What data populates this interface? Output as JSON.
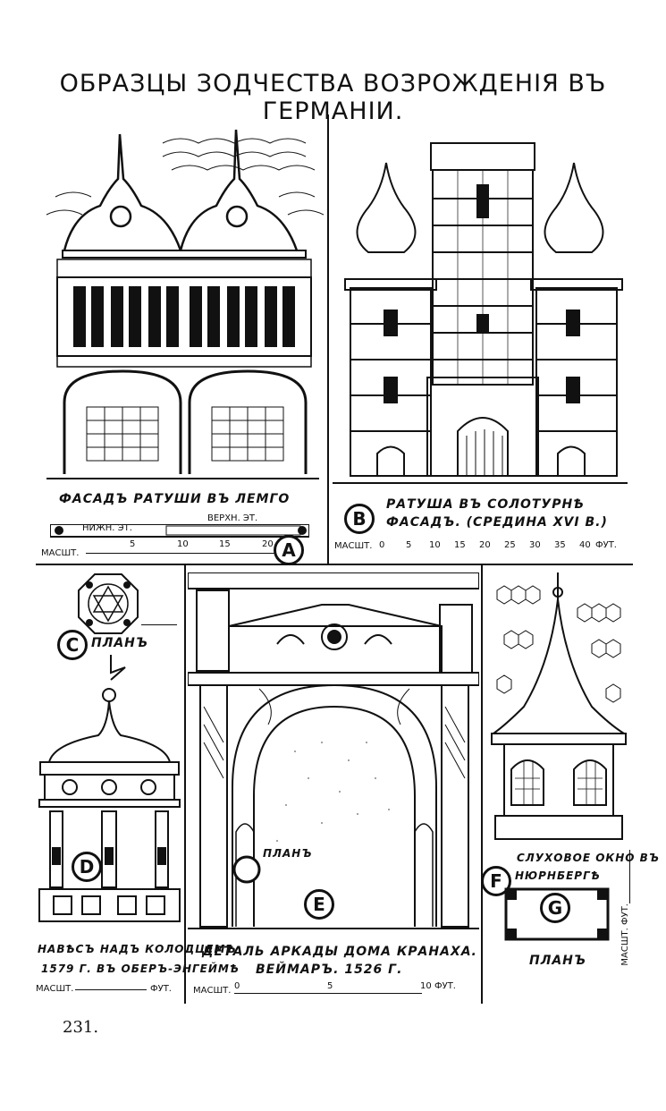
{
  "page": {
    "title": "ОБРАЗЦЫ ЗОДЧЕСТВА ВОЗРОЖДЕНІЯ ВЪ ГЕРМАНІИ.",
    "page_number": "231."
  },
  "plates": {
    "a": {
      "letter": "A",
      "caption": "ФАСАДЪ РАТУШИ ВЪ ЛЕМГО",
      "lower_floor": "НИЖН. ЭТ.",
      "upper_floor": "ВЕРХН. ЭТ.",
      "scale_label": "МАСШТ.",
      "ticks": [
        "5",
        "10",
        "15",
        "20"
      ]
    },
    "b": {
      "letter": "B",
      "caption_line1": "РАТУША ВЪ СОЛОТУРНѢ",
      "caption_line2": "ФАСАДЪ. (СРЕДИНА XVI В.)",
      "scale_label": "МАСШТ.",
      "ticks": [
        "0",
        "5",
        "10",
        "15",
        "20",
        "25",
        "30",
        "35",
        "40"
      ],
      "unit": "ФУТ."
    },
    "c": {
      "letter": "C",
      "label": "ПЛАНЪ"
    },
    "d": {
      "letter": "D",
      "caption_line1": "НАВѢСЪ НАДЪ КОЛОДЦЕМЪ",
      "caption_line2": "1579 Г. ВЪ ОБЕРЪ-ЭНГЕЙМѢ",
      "scale_label": "МАСШТ.",
      "unit": "ФУТ."
    },
    "e": {
      "letter": "E",
      "plan_label": "ПЛАНЪ",
      "caption_line1": "ДЕТАЛЬ АРКАДЫ ДОМА КРАНАХА.",
      "caption_line2": "ВЕЙМАРЪ. 1526 Г.",
      "scale_label": "МАСШТ.",
      "ticks": [
        "0",
        "5",
        "10"
      ],
      "unit": "ФУТ."
    },
    "f": {
      "letter": "F",
      "caption_line1": "СЛУХОВОЕ ОКНО ВЪ",
      "caption_line2": "НЮРНБЕРГѢ"
    },
    "g": {
      "letter": "G",
      "plan_label": "ПЛАНЪ",
      "scale_label": "МАСШТ. ФУТ."
    }
  }
}
